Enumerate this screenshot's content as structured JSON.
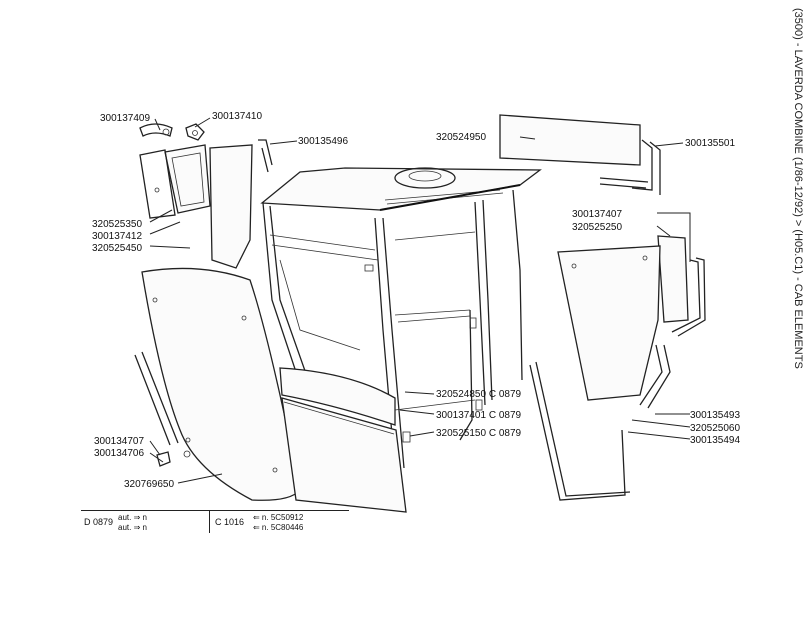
{
  "header": {
    "title": "(3500) - LAVERDA COMBINE (1/86-12/92) > (H05.C1) - CAB ELEMENTS"
  },
  "parts": [
    {
      "number": "300137409"
    },
    {
      "number": "300137410"
    },
    {
      "number": "300135496"
    },
    {
      "number": "320524950"
    },
    {
      "number": "300135501"
    },
    {
      "number": "320525350"
    },
    {
      "number": "300137412"
    },
    {
      "number": "320525450"
    },
    {
      "number": "300137407"
    },
    {
      "number": "320525250"
    },
    {
      "number": "320524850 C 0879"
    },
    {
      "number": "300137401 C 0879"
    },
    {
      "number": "320525150 C 0879"
    },
    {
      "number": "300134707"
    },
    {
      "number": "300134706"
    },
    {
      "number": "300135493"
    },
    {
      "number": "320525060"
    },
    {
      "number": "300135494"
    },
    {
      "number": "320769650"
    }
  ],
  "notes": {
    "left_code": "D 0879",
    "left_line1": "aut. ⇒ n",
    "left_line2": "aut. ⇒ n",
    "right_code": "C 1016",
    "right_line1": "⇐ n. 5C50912",
    "right_line2": "⇐ n. 5C80446"
  }
}
